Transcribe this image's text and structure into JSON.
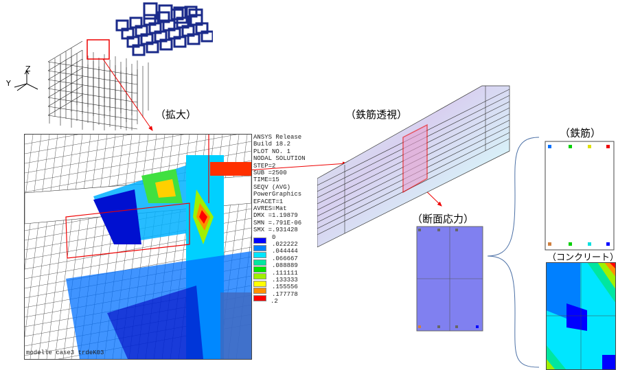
{
  "labels": {
    "enlarge": "（拡大）",
    "rebar_see_through": "（鉄筋透視）",
    "section_stress": "（断面応力）",
    "rebar": "（鉄筋）",
    "concrete": "（コンクリート）"
  },
  "axes": {
    "z": "Z",
    "y": "Y"
  },
  "ansys_info": [
    "ANSYS Release",
    "Build 18.2",
    "PLOT NO.   1",
    "NODAL SOLUTION",
    "STEP=2",
    "SUB =2500",
    "TIME=15",
    "SEQV      (AVG)",
    "PowerGraphics",
    "EFACET=1",
    "AVRES=Mat",
    "DMX =1.19879",
    "SMN =.791E-06",
    "SMX =.931428"
  ],
  "legend": {
    "values": [
      "0",
      ".022222",
      ".044444",
      ".066667",
      ".088889",
      ".111111",
      ".133333",
      ".155556",
      ".177778",
      ".2"
    ],
    "colors": [
      "#0000ff",
      "#0080ff",
      "#00e6ff",
      "#00e6a0",
      "#00e600",
      "#a0f000",
      "#ffff00",
      "#ff9000",
      "#ff0000"
    ]
  },
  "footer_text": "modelle case3 trdeK03"
}
